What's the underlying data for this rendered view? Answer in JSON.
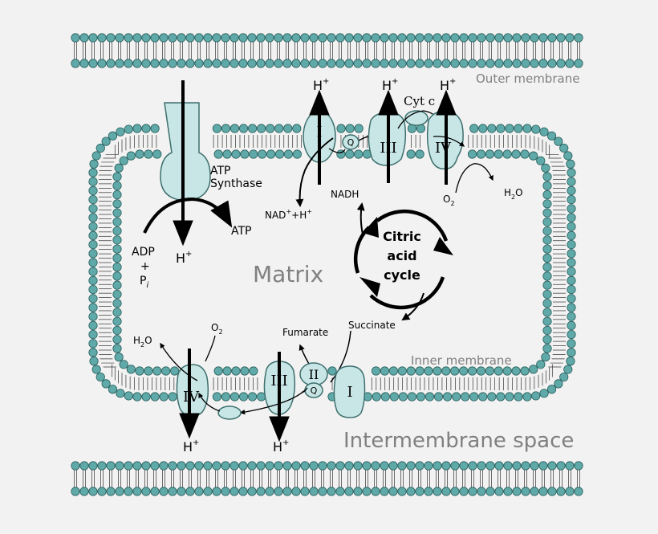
{
  "labels": {
    "outer_membrane": "Outer membrane",
    "inner_membrane": "Inner membrane",
    "matrix": "Matrix",
    "intermembrane_space": "Intermembrane space",
    "atp_synthase_line1": "ATP",
    "atp_synthase_line2": "Synthase",
    "atp": "ATP",
    "adp": "ADP",
    "plus": "+",
    "pi": "P",
    "pi_sub": "i",
    "h_plus": "H",
    "h_plus_sup": "+",
    "nadh": "NADH",
    "nad_plus": "NAD",
    "nad_plus_rest": "+H",
    "cyt_c": "Cyt c",
    "o2": "O",
    "o2_sub": "2",
    "h2o_h": "H",
    "h2o_sub": "2",
    "h2o_o": "O",
    "citric_line1": "Citric",
    "citric_line2": "acid",
    "citric_line3": "cycle",
    "succinate": "Succinate",
    "fumarate": "Fumarate",
    "q": "Q",
    "complex_I": "I",
    "complex_II": "II",
    "complex_III": "III",
    "complex_IV": "IV"
  },
  "colors": {
    "lipid_head": "#5fa9a8",
    "lipid_head_stroke": "#2a5f5e",
    "protein_fill": "#c9e6e6",
    "protein_stroke": "#3d6f6e",
    "label_gray": "#808080",
    "background": "#f2f2f2"
  }
}
